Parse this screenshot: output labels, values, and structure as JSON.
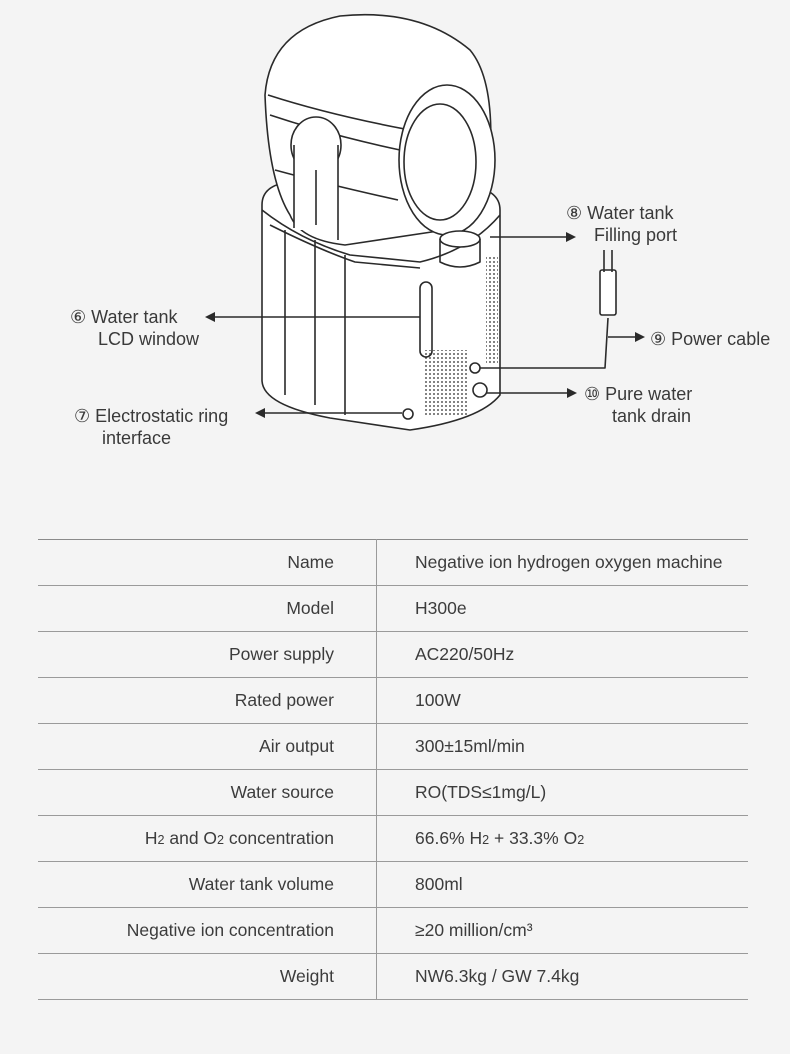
{
  "callouts": {
    "c6": {
      "num": "⑥",
      "line1": "Water tank",
      "line2": "LCD window"
    },
    "c7": {
      "num": "⑦",
      "line1": "Electrostatic ring",
      "line2": "interface"
    },
    "c8": {
      "num": "⑧",
      "line1": "Water tank",
      "line2": "Filling port"
    },
    "c9": {
      "num": "⑨",
      "line1": "Power cable"
    },
    "c10": {
      "num": "⑩",
      "line1": "Pure water",
      "line2": "tank drain"
    }
  },
  "specs": [
    {
      "label": "Name",
      "value": "Negative ion hydrogen oxygen machine"
    },
    {
      "label": "Model",
      "value": "H300e"
    },
    {
      "label": "Power supply",
      "value": "AC220/50Hz"
    },
    {
      "label": "Rated power",
      "value": "100W"
    },
    {
      "label": "Air output",
      "value": "300±15ml/min"
    },
    {
      "label": "Water source",
      "value": "RO(TDS≤1mg/L)"
    },
    {
      "label_parts": [
        "H",
        "2",
        " and O",
        "2",
        " concentration"
      ],
      "value_parts": [
        "66.6% H",
        "2",
        " + 33.3% O",
        "2"
      ]
    },
    {
      "label": "Water tank volume",
      "value": "800ml"
    },
    {
      "label": "Negative ion concentration",
      "value": "≥20 million/cm³"
    },
    {
      "label": "Weight",
      "value": "NW6.3kg / GW 7.4kg"
    }
  ]
}
